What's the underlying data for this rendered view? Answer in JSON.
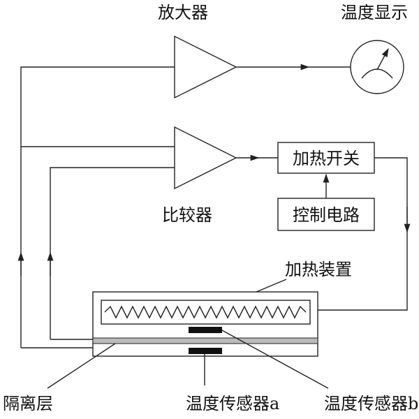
{
  "labels": {
    "amplifier": "放大器",
    "temp_display": "温度显示",
    "comparator": "比较器",
    "heat_switch": "加热开关",
    "control_circuit": "控制电路",
    "heating_device": "加热装置",
    "isolation_layer": "隔离层",
    "sensor_a": "温度传感器a",
    "sensor_b": "温度传感器b"
  },
  "colors": {
    "line": "#222222",
    "layer": "#bbbbbb",
    "sensor": "#111111"
  }
}
